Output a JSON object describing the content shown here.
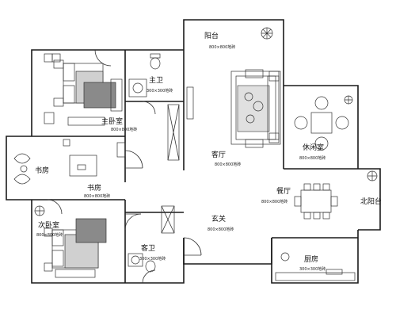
{
  "rooms": {
    "balcony": {
      "name": "阳台",
      "dim": "800×800地砖"
    },
    "master_bath": {
      "name": "主卫",
      "dim": "300×300地砖"
    },
    "master_bed": {
      "name": "主卧室",
      "dim": "800×800地砖"
    },
    "living": {
      "name": "客厅",
      "dim": "800×800地砖"
    },
    "leisure": {
      "name": "休闲室",
      "dim": "800×800地砖"
    },
    "study": {
      "name": "书房",
      "dim": "800×800地砖"
    },
    "study_nook": {
      "name": "书房"
    },
    "dining": {
      "name": "餐厅",
      "dim": "800×800地砖"
    },
    "north_balcony": {
      "name": "北阳台"
    },
    "second_bed": {
      "name": "次卧室",
      "dim": "800×800地砖"
    },
    "foyer": {
      "name": "玄关",
      "dim": "800×800地砖"
    },
    "guest_bath": {
      "name": "客卫",
      "dim": "300×300地砖"
    },
    "kitchen": {
      "name": "厨房",
      "dim": "300×300地砖"
    }
  }
}
